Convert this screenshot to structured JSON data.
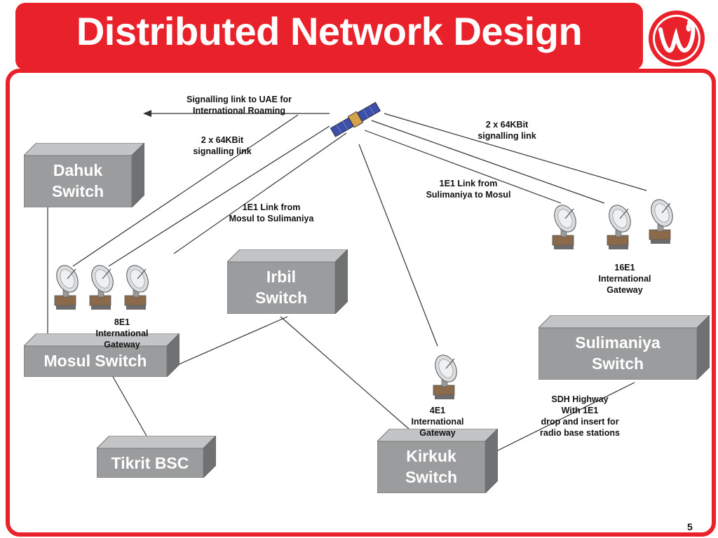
{
  "title": "Distributed Network Design",
  "page_number": "5",
  "logo": {
    "icon": "w-logo-icon",
    "color": "#e8212b"
  },
  "colors": {
    "accent": "#e8212b",
    "switch_box": "#9a9c9e"
  },
  "switches": {
    "dahuk": "Dahuk\nSwitch",
    "irbil": "Irbil\nSwitch",
    "mosul": "Mosul Switch",
    "sulimaniya": "Sulimaniya\nSwitch",
    "tikrit": "Tikrit BSC",
    "kirkuk": "Kirkuk\nSwitch"
  },
  "gateways": {
    "mosul": "8E1\nInternational\nGateway",
    "sulimaniya": "16E1\nInternational\nGateway",
    "kirkuk": "4E1\nInternational\nGateway"
  },
  "links": {
    "uae": "Signalling link to UAE for\nInternational Roaming",
    "left_signalling": "2 x 64KBit\nsignalling link",
    "right_signalling": "2 x 64KBit\nsignalling link",
    "mosul_to_sulimaniya": "1E1 Link from\nMosul to Sulimaniya",
    "sulimaniya_to_mosul": "1E1 Link from\nSulimaniya to Mosul",
    "sdh": "SDH Highway\nWith 1E1\ndrop and insert for\nradio base stations"
  },
  "icons": {
    "satellite": "satellite-icon",
    "dish": "satellite-dish-icon"
  }
}
